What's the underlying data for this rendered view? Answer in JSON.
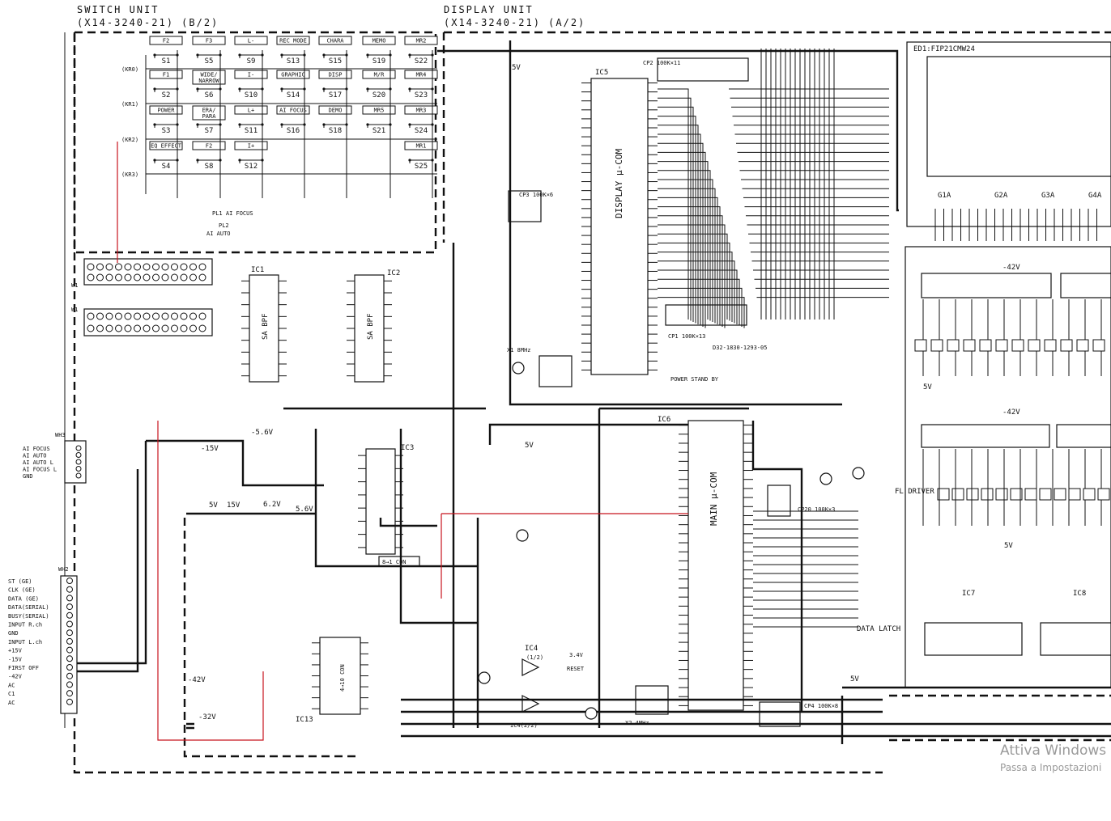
{
  "headers": {
    "switch_unit": "SWITCH UNIT",
    "switch_part": "(X14-3240-21)  (B/2)",
    "display_unit": "DISPLAY UNIT",
    "display_part": "(X14-3240-21)  (A/2)"
  },
  "switch_grid": [
    [
      "F2",
      "S1",
      "F3",
      "S5",
      "L-",
      "S9",
      "REC MODE",
      "S13",
      "CHARA",
      "S15",
      "MEMO",
      "S19",
      "MR2",
      "S22"
    ],
    [
      "F1",
      "S2",
      "WIDE/NARROW",
      "S6",
      "I-",
      "S10",
      "GRAPHIC",
      "S14",
      "DISP",
      "S17",
      "M/R",
      "S20",
      "MR4",
      "S23"
    ],
    [
      "POWER",
      "S3",
      "ERA/PARA",
      "S7",
      "L+",
      "S11",
      "AI FOCUS",
      "S16",
      "DEMO",
      "S18",
      "MR5",
      "S21",
      "MR3",
      "S24"
    ],
    [
      "EQ EFFECT",
      "S4",
      "F2",
      "S8",
      "I+",
      "S12",
      "",
      "",
      "",
      "",
      "",
      "",
      "MR1",
      "S25"
    ]
  ],
  "scan_labels": [
    "(KR0)",
    "(KR1)",
    "(KR2)",
    "(KR3)"
  ],
  "ics": {
    "ic1": "IC1",
    "ic1_name": "SA BPF",
    "ic2": "IC2",
    "ic2_name": "SA BPF",
    "ic3": "IC3",
    "ic3_sub": "8→1 CON",
    "ic4": "IC4",
    "ic4_a": "(1/2)",
    "ic4_b": "IC4(2/2)",
    "ic5": "IC5",
    "ic5_name": "DISPLAY μ-COM",
    "ic6": "IC6",
    "ic6_name": "MAIN μ-COM",
    "ic7": "IC7",
    "ic8": "IC8",
    "ic13": "IC13",
    "ic13_name": "4→10 CON"
  },
  "fluorescent": {
    "title": "ED1:FIP21CMW24",
    "grids": [
      "G1A",
      "G2A",
      "G3A",
      "G4A"
    ],
    "fl_driver": "FL DRIVER",
    "data_latch": "DATA LATCH",
    "part_no": "D32-1830-1293-05"
  },
  "connectors": {
    "w1": "W1",
    "wh3": "WH3",
    "wh3_labels": [
      "AI FOCUS",
      "AI AUTO",
      "AI AUTO L",
      "AI FOCUS L",
      "GND"
    ],
    "wh2": "WH2",
    "wh2_labels": [
      "ST (GE)",
      "CLK (GE)",
      "DATA (GE)",
      "DATA(SERIAL)",
      "BUSY(SERIAL)",
      "INPUT R.ch",
      "GND",
      "INPUT L.ch",
      "+15V",
      "-15V",
      "FIRST OFF",
      "-42V",
      "AC",
      "C1",
      "AC"
    ]
  },
  "annotations": {
    "pl1": "PL1 AI FOCUS",
    "pl2": "PL2",
    "ai_auto": "AI AUTO",
    "power_standby": "POWER STAND BY",
    "v5": "5V",
    "vm15": "-15V",
    "vm42": "-42V",
    "vm32": "-32V",
    "v62": "6.2V",
    "v56": "5.6V",
    "vm56": "-5.6V",
    "v34": "3.4V",
    "v15": "15V",
    "reset": "RESET",
    "x1": "X1 8MHz",
    "x2": "X2 4MHz",
    "cp4": "CP4 100K×8",
    "cp20": "CP20 100K×3",
    "cp1": "CP1 100K×13",
    "cp2": "CP2 100K×11",
    "cp3": "CP3 100K×6"
  },
  "watermark": {
    "line1": "Attiva Windows",
    "line2": "Passa a Impostazioni"
  }
}
